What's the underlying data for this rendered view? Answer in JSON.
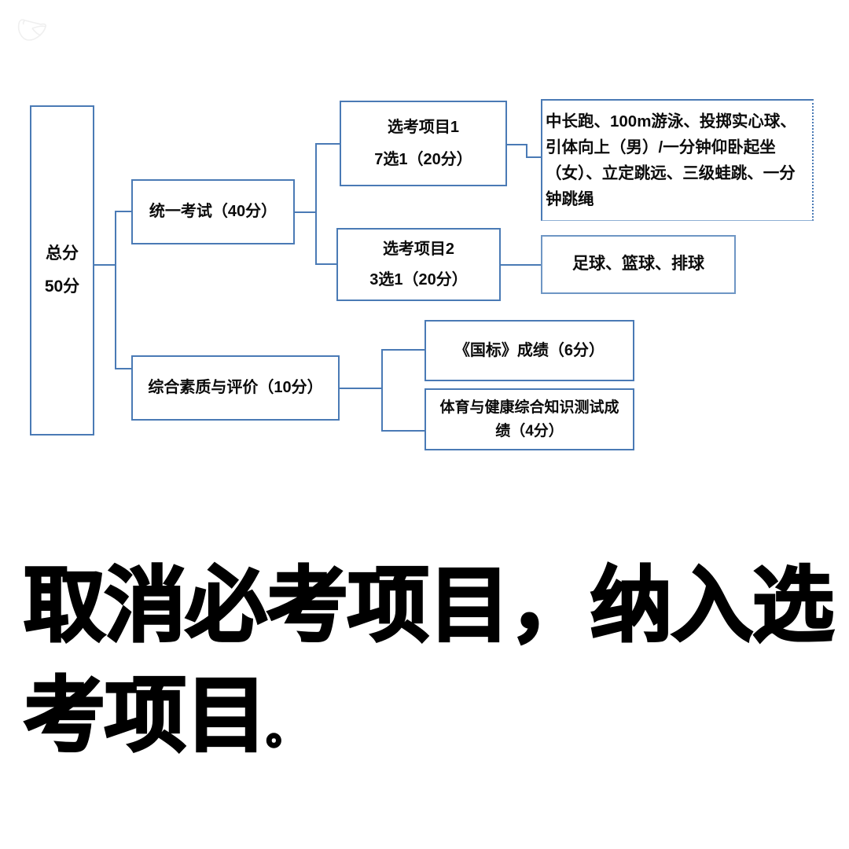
{
  "watermark": {
    "icon": "mask-outline-icon"
  },
  "diagram": {
    "title": "体育中考总分构成结构图",
    "accent_color": "#4a7ab5",
    "text_color": "#0b0b0b",
    "background_color": "#ffffff",
    "nodes": {
      "total": {
        "line1": "总分",
        "line2": "50分"
      },
      "unified": {
        "label": "统一考试（40分）"
      },
      "quality": {
        "label": "综合素质与评价（10分）"
      },
      "elective1": {
        "line1": "选考项目1",
        "line2": "7选1（20分）"
      },
      "elective2": {
        "line1": "选考项目2",
        "line2": "3选1（20分）"
      },
      "gb_score": {
        "label": "《国标》成绩（6分）"
      },
      "knowledge": {
        "line1": "体育与健康综合知识测试成",
        "line2": "绩（4分）"
      },
      "list1": {
        "text": "中长跑、100m游泳、投掷实心球、引体向上（男）/一分钟仰卧起坐（女）、立定跳远、三级蛙跳、一分钟跳绳"
      },
      "list2": {
        "text": "足球、篮球、排球"
      }
    }
  },
  "headline": {
    "line1": "取消必考项目，纳入选",
    "line2": "考项目",
    "period": "。"
  }
}
